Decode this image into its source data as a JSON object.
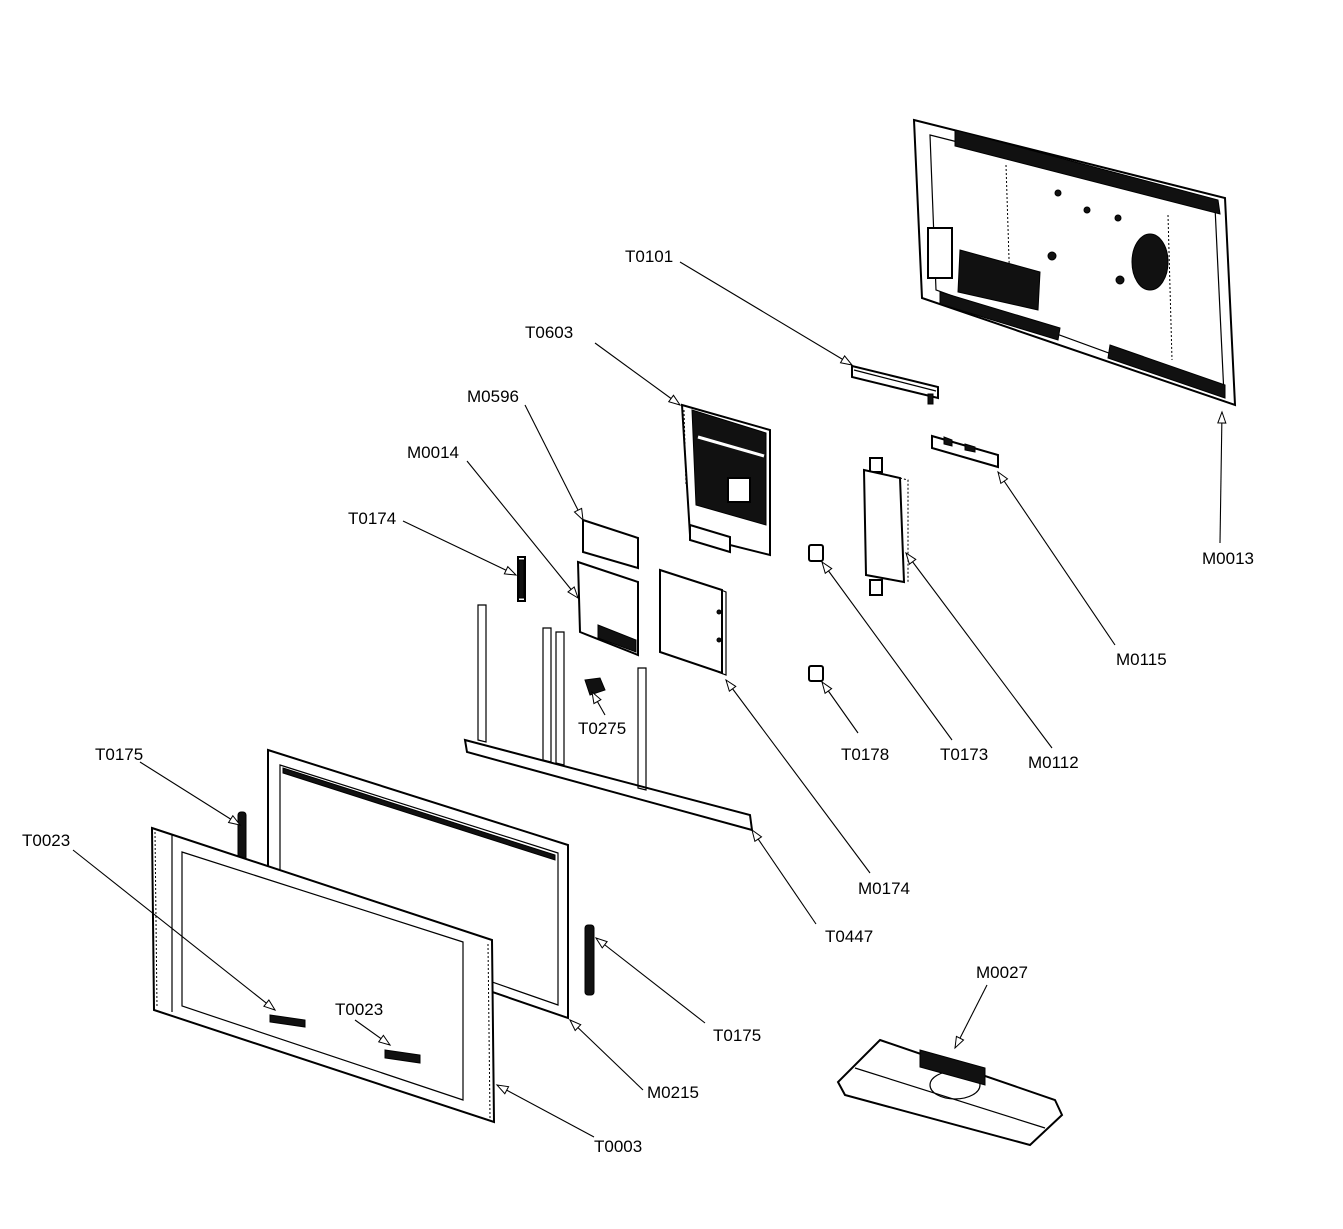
{
  "diagram": {
    "title": "",
    "subject": "flat-panel-tv-exploded-view",
    "line_color": "#000000",
    "background_color": "#ffffff",
    "callouts": [
      {
        "id": "T0101",
        "label": "T0101",
        "part": "rear-bracket-bar"
      },
      {
        "id": "T0603",
        "label": "T0603",
        "part": "main-board"
      },
      {
        "id": "M0596",
        "label": "M0596",
        "part": "small-pcb-cover"
      },
      {
        "id": "M0014",
        "label": "M0014",
        "part": "small-pcb"
      },
      {
        "id": "T0174",
        "label": "T0174",
        "part": "side-key-board"
      },
      {
        "id": "T0275",
        "label": "T0275",
        "part": "cable-connector"
      },
      {
        "id": "T0175",
        "label": "T0175",
        "part": "speaker-left"
      },
      {
        "id": "T0023",
        "label": "T0023",
        "part": "front-sensor-left"
      },
      {
        "id": "T0023b",
        "label": "T0023",
        "part": "front-sensor-right"
      },
      {
        "id": "M0013",
        "label": "M0013",
        "part": "rear-cover"
      },
      {
        "id": "M0115",
        "label": "M0115",
        "part": "terminal-bracket"
      },
      {
        "id": "M0112",
        "label": "M0112",
        "part": "power-module"
      },
      {
        "id": "T0173",
        "label": "T0173",
        "part": "ferrite-core-upper"
      },
      {
        "id": "T0178",
        "label": "T0178",
        "part": "ferrite-core-lower"
      },
      {
        "id": "M0174",
        "label": "M0174",
        "part": "shield-plate"
      },
      {
        "id": "T0447",
        "label": "T0447",
        "part": "chassis-frame"
      },
      {
        "id": "T0175b",
        "label": "T0175",
        "part": "speaker-right"
      },
      {
        "id": "M0215",
        "label": "M0215",
        "part": "lcd-panel"
      },
      {
        "id": "T0003",
        "label": "T0003",
        "part": "front-bezel"
      },
      {
        "id": "M0027",
        "label": "M0027",
        "part": "stand-base"
      }
    ]
  }
}
